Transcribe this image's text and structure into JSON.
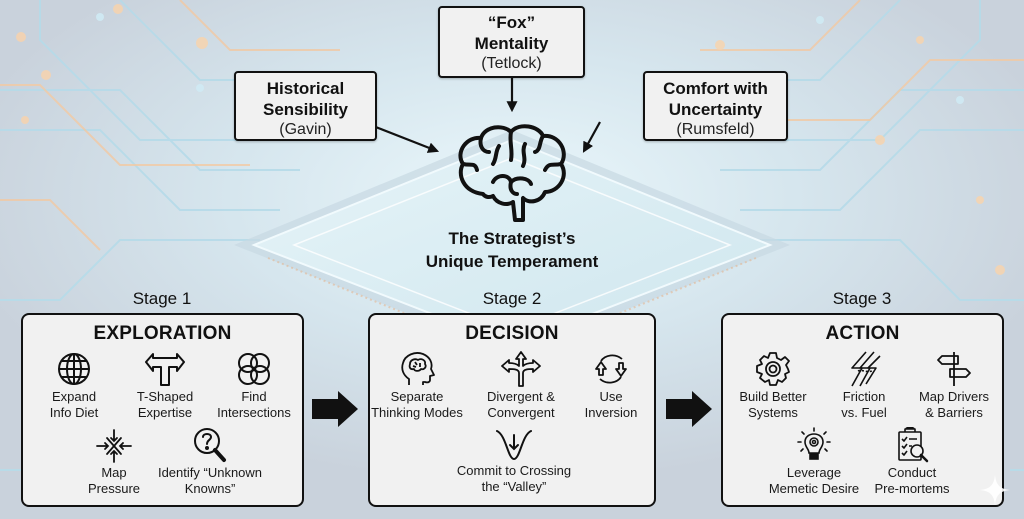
{
  "influences": [
    {
      "id": "historical",
      "title_lines": [
        "Historical",
        "Sensibility"
      ],
      "source": "(Gavin)"
    },
    {
      "id": "fox",
      "title_lines": [
        "“Fox”",
        "Mentality"
      ],
      "source": "(Tetlock)"
    },
    {
      "id": "uncertainty",
      "title_lines": [
        "Comfort with",
        "Uncertainty"
      ],
      "source": "(Rumsfeld)"
    }
  ],
  "center": {
    "icon": "brain-icon",
    "title_lines": [
      "The Strategist’s",
      "Unique Temperament"
    ]
  },
  "stages": [
    {
      "label": "Stage 1",
      "title": "EXPLORATION",
      "items": [
        {
          "icon": "globe-icon",
          "lines": [
            "Expand",
            "Info Diet"
          ]
        },
        {
          "icon": "t-shape-arrows-icon",
          "lines": [
            "T-Shaped",
            "Expertise"
          ]
        },
        {
          "icon": "intersecting-circles-icon",
          "lines": [
            "Find",
            "Intersections"
          ]
        },
        {
          "icon": "converging-arrows-icon",
          "lines": [
            "Map",
            "Pressure"
          ]
        },
        {
          "icon": "question-magnifier-icon",
          "lines": [
            "Identify “Unknown",
            "Knowns”"
          ]
        }
      ]
    },
    {
      "label": "Stage 2",
      "title": "DECISION",
      "items": [
        {
          "icon": "head-brain-icon",
          "lines": [
            "Separate",
            "Thinking Modes"
          ]
        },
        {
          "icon": "diverging-arrows-icon",
          "lines": [
            "Divergent &",
            "Convergent"
          ]
        },
        {
          "icon": "cycle-arrows-icon",
          "lines": [
            "Use",
            "Inversion"
          ]
        },
        {
          "icon": "valley-arrow-icon",
          "lines": [
            "Commit to Crossing",
            "the “Valley”"
          ]
        }
      ]
    },
    {
      "label": "Stage 3",
      "title": "ACTION",
      "items": [
        {
          "icon": "gear-icon",
          "lines": [
            "Build Better",
            "Systems"
          ]
        },
        {
          "icon": "lightning-icon",
          "lines": [
            "Friction",
            "vs. Fuel"
          ]
        },
        {
          "icon": "signpost-icon",
          "lines": [
            "Map Drivers",
            "& Barriers"
          ]
        },
        {
          "icon": "lightbulb-gear-icon",
          "lines": [
            "Leverage",
            "Memetic Desire"
          ]
        },
        {
          "icon": "clipboard-magnifier-icon",
          "lines": [
            "Conduct",
            "Pre-mortems"
          ]
        }
      ]
    }
  ],
  "colors": {
    "box_fill": "#f1f1f1",
    "outline": "#111111",
    "background_tint": "#dfe5ec",
    "circuit_blue": "#9fd4ea",
    "circuit_orange": "#f2b27a"
  }
}
